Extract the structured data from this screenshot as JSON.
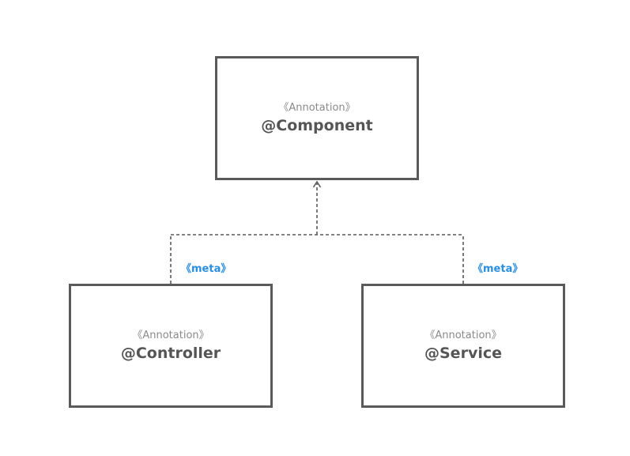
{
  "nodes": {
    "component": {
      "stereotype": "《Annotation》",
      "name": "@Component"
    },
    "controller": {
      "stereotype": "《Annotation》",
      "name": "@Controller"
    },
    "service": {
      "stereotype": "《Annotation》",
      "name": "@Service"
    }
  },
  "edges": [
    {
      "from": "controller",
      "to": "component",
      "label": "《meta》",
      "style": "dashed",
      "arrow": "open"
    },
    {
      "from": "service",
      "to": "component",
      "label": "《meta》",
      "style": "dashed",
      "arrow": "open"
    }
  ],
  "colors": {
    "box_border": "#5a5a5a",
    "stereotype_text": "#8a8a8a",
    "name_text": "#555555",
    "edge_line": "#5a5a5a",
    "edge_label": "#2b8fe0"
  }
}
